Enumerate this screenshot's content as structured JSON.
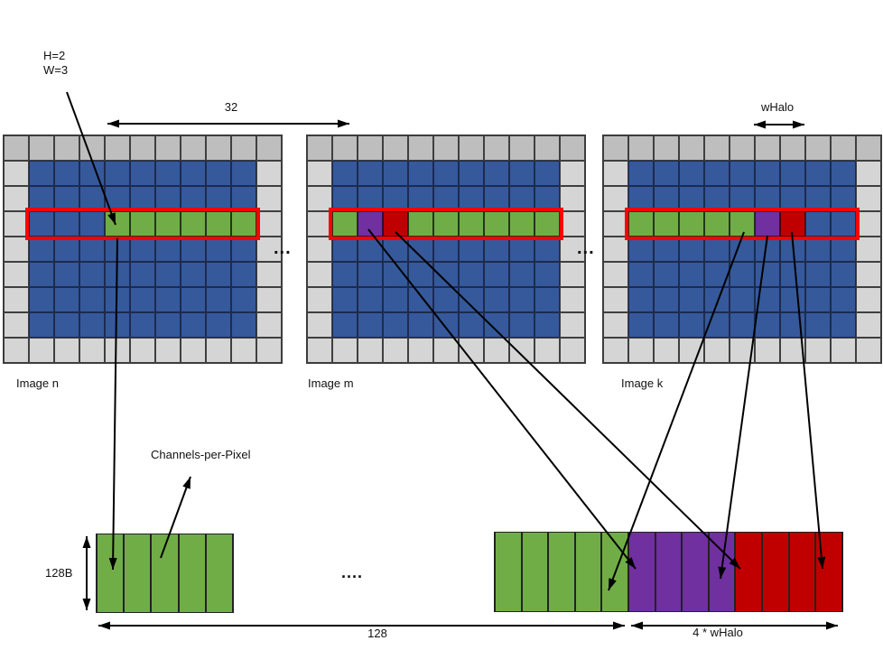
{
  "colors": {
    "halo_gray_top": "#BEBEBE",
    "halo_gray_side": "#D5D5D5",
    "interior_blue": "#35599B",
    "pixel_green": "#70AD47",
    "halo_purple": "#7030A0",
    "halo_red": "#C00000",
    "highlight_outline": "#FF0000",
    "arrow": "#000000"
  },
  "labels": {
    "kernel_h": "H=2",
    "kernel_w": "W=3",
    "image_width": "32",
    "whalo": "wHalo",
    "channels_per_pixel": "Channels-per-Pixel",
    "partition_height": "128B",
    "row_length": "128",
    "halo_total": "4 * wHalo",
    "ellipsis_images_1": "...",
    "ellipsis_images_2": "...",
    "ellipsis_bars": "...."
  },
  "grids": [
    {
      "label": "Image n",
      "cols": 11,
      "rows": 9,
      "highlight_row": 3,
      "row_pattern": [
        "blue",
        "blue",
        "blue",
        "green",
        "green",
        "green",
        "green",
        "green",
        "green"
      ]
    },
    {
      "label": "Image m",
      "cols": 11,
      "rows": 9,
      "highlight_row": 3,
      "row_pattern": [
        "green",
        "purple",
        "red",
        "green",
        "green",
        "green",
        "green",
        "green",
        "green"
      ]
    },
    {
      "label": "Image k",
      "cols": 11,
      "rows": 9,
      "highlight_row": 3,
      "row_pattern": [
        "green",
        "green",
        "green",
        "green",
        "green",
        "purple",
        "red",
        "blue",
        "blue"
      ]
    }
  ],
  "bars": [
    {
      "cells": [
        "green",
        "green",
        "green",
        "green",
        "green"
      ]
    },
    {
      "cells": [
        "green",
        "green",
        "green",
        "green",
        "green",
        "purple",
        "purple",
        "purple",
        "purple",
        "red",
        "red",
        "red",
        "red"
      ]
    }
  ]
}
